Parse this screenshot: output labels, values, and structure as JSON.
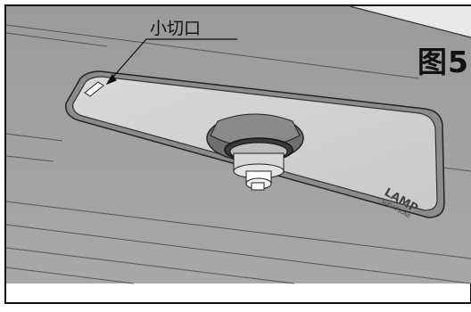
{
  "figure": {
    "label": "图5",
    "callout": "小切口",
    "logo_text": "LAMP",
    "logo_subtext": "SUGATSUNE"
  }
}
